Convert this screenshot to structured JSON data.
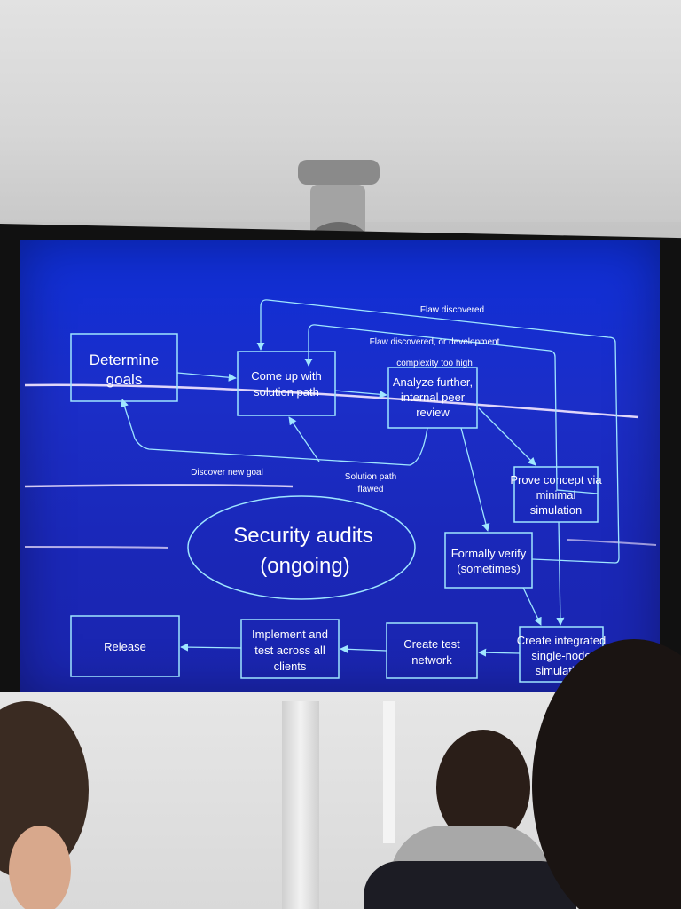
{
  "nodes": {
    "determine_goals": [
      "Determine",
      "goals"
    ],
    "come_up_with": [
      "Come up with",
      "solution path"
    ],
    "analyze": [
      "Analyze further,",
      "internal peer",
      "review"
    ],
    "prove_concept": [
      "Prove concept via",
      "minimal",
      "simulation"
    ],
    "formally_verify": [
      "Formally verify",
      "(sometimes)"
    ],
    "integrated_sim": [
      "Create integrated",
      "single-node",
      "simulation"
    ],
    "test_network": [
      "Create test",
      "network"
    ],
    "implement": [
      "Implement and",
      "test across all",
      "clients"
    ],
    "release": [
      "Release"
    ]
  },
  "audit": [
    "Security audits",
    "(ongoing)"
  ],
  "edge_labels": {
    "flaw_discovered": "Flaw discovered",
    "flaw_or_complexity_1": "Flaw discovered, or development",
    "flaw_or_complexity_2": "complexity too high",
    "discover_new_goal": "Discover new goal",
    "solution_path_1": "Solution path",
    "solution_path_2": "flawed"
  },
  "colors": {
    "screen": "#1a2ec8",
    "line": "#9fe6ff",
    "text": "#ffffff"
  }
}
